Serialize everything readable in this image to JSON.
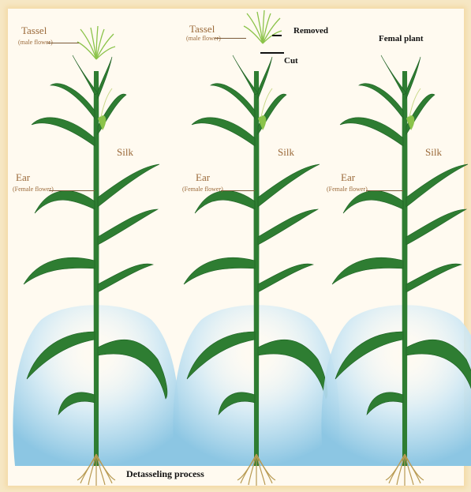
{
  "colors": {
    "leaf": "#2e7d32",
    "leaf_dark": "#1b5e20",
    "label": "#9b6a3a",
    "water_gradient": "#a6d4ea",
    "background": "#fffaf0",
    "border": "#f3d9a6"
  },
  "plants": [
    {
      "name": "plant-1",
      "tassel_label": "Tassel",
      "tassel_sublabel": "(male flower)",
      "silk_label": "Silk",
      "ear_label": "Ear",
      "ear_sublabel": "(Female flower)"
    },
    {
      "name": "plant-2",
      "tassel_label": "Tassel",
      "tassel_sublabel": "(male flower)",
      "removed_label": "Removed",
      "cut_label": "Cut",
      "silk_label": "Silk",
      "ear_label": "Ear",
      "ear_sublabel": "(Female flower)"
    },
    {
      "name": "plant-3",
      "title": "Femal plant",
      "silk_label": "Silk",
      "ear_label": "Ear",
      "ear_sublabel": "(Female flower)"
    }
  ],
  "caption": "Detasseling process"
}
